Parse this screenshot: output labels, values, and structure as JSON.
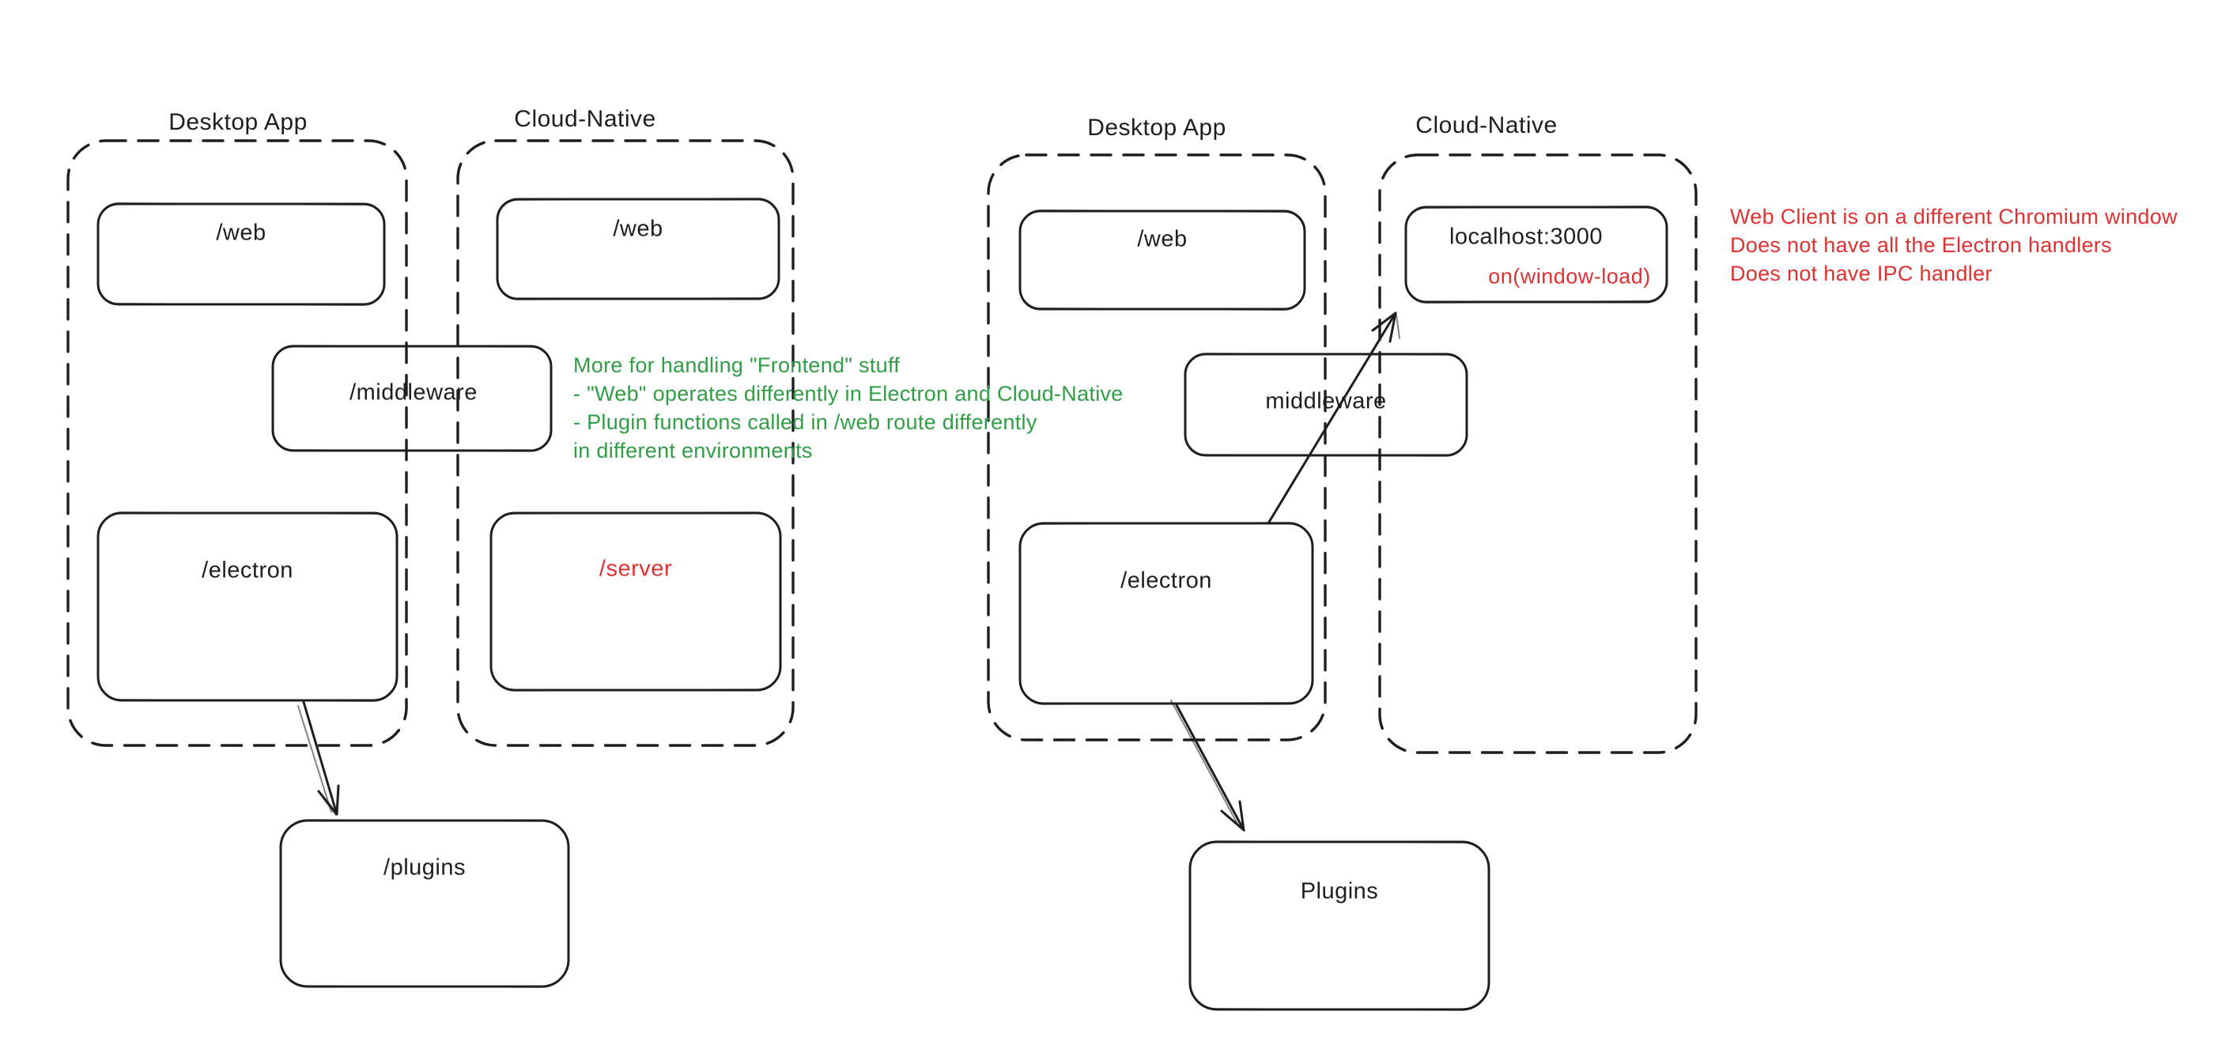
{
  "colors": {
    "ink": "#1e1e1e",
    "green": "#2f9e44",
    "red": "#e03131",
    "background": "#ffffff"
  },
  "left": {
    "desktop_label": "Desktop App",
    "cloud_label": "Cloud-Native",
    "boxes": {
      "web_desktop": "/web",
      "web_cloud": "/web",
      "middleware": "/middleware",
      "electron": "/electron",
      "server": "/server",
      "plugins": "/plugins"
    },
    "note_lines": [
      "More for handling \"Frontend\" stuff",
      "- \"Web\" operates differently in Electron and Cloud-Native",
      "- Plugin functions called in /web route differently",
      "in different environments"
    ]
  },
  "right": {
    "desktop_label": "Desktop App",
    "cloud_label": "Cloud-Native",
    "boxes": {
      "web_desktop": "/web",
      "localhost_title": "localhost:3000",
      "localhost_event": "on(window-load)",
      "middleware": "middleware",
      "electron": "/electron",
      "plugins": "Plugins"
    },
    "note_lines": [
      "Web Client is on a different Chromium window",
      "Does not have all the Electron handlers",
      "Does not have IPC handler"
    ]
  }
}
